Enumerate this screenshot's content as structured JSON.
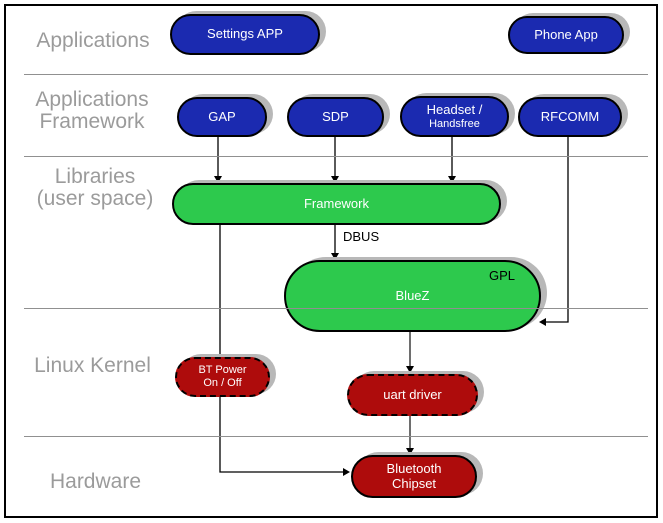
{
  "diagram": {
    "layer_labels": {
      "applications": "Applications",
      "app_framework_line1": "Applications",
      "app_framework_line2": "Framework",
      "libraries_line1": "Libraries",
      "libraries_line2": "(user space)",
      "linux_kernel": "Linux Kernel",
      "hardware": "Hardware"
    },
    "nodes": {
      "settings_app": {
        "label": "Settings APP"
      },
      "phone_app": {
        "label": "Phone App"
      },
      "gap": {
        "label": "GAP"
      },
      "sdp": {
        "label": "SDP"
      },
      "headset": {
        "line1": "Headset /",
        "line2": "Handsfree"
      },
      "rfcomm": {
        "label": "RFCOMM"
      },
      "framework": {
        "label": "Framework"
      },
      "bluez": {
        "label": "BlueZ",
        "license_tag": "GPL"
      },
      "bt_power": {
        "line1": "BT Power",
        "line2": "On / Off"
      },
      "uart_driver": {
        "label": "uart driver"
      },
      "bt_chipset": {
        "line1": "Bluetooth",
        "line2": "Chipset"
      }
    },
    "edge_labels": {
      "dbus": "DBUS"
    },
    "colors": {
      "app_node": "#1b2ab0",
      "lib_node": "#2dc94d",
      "kernel_node": "#ae0c0c",
      "layer_label": "#9b9b9b",
      "divider": "#909090",
      "shadow": "#b8b8b8"
    }
  }
}
